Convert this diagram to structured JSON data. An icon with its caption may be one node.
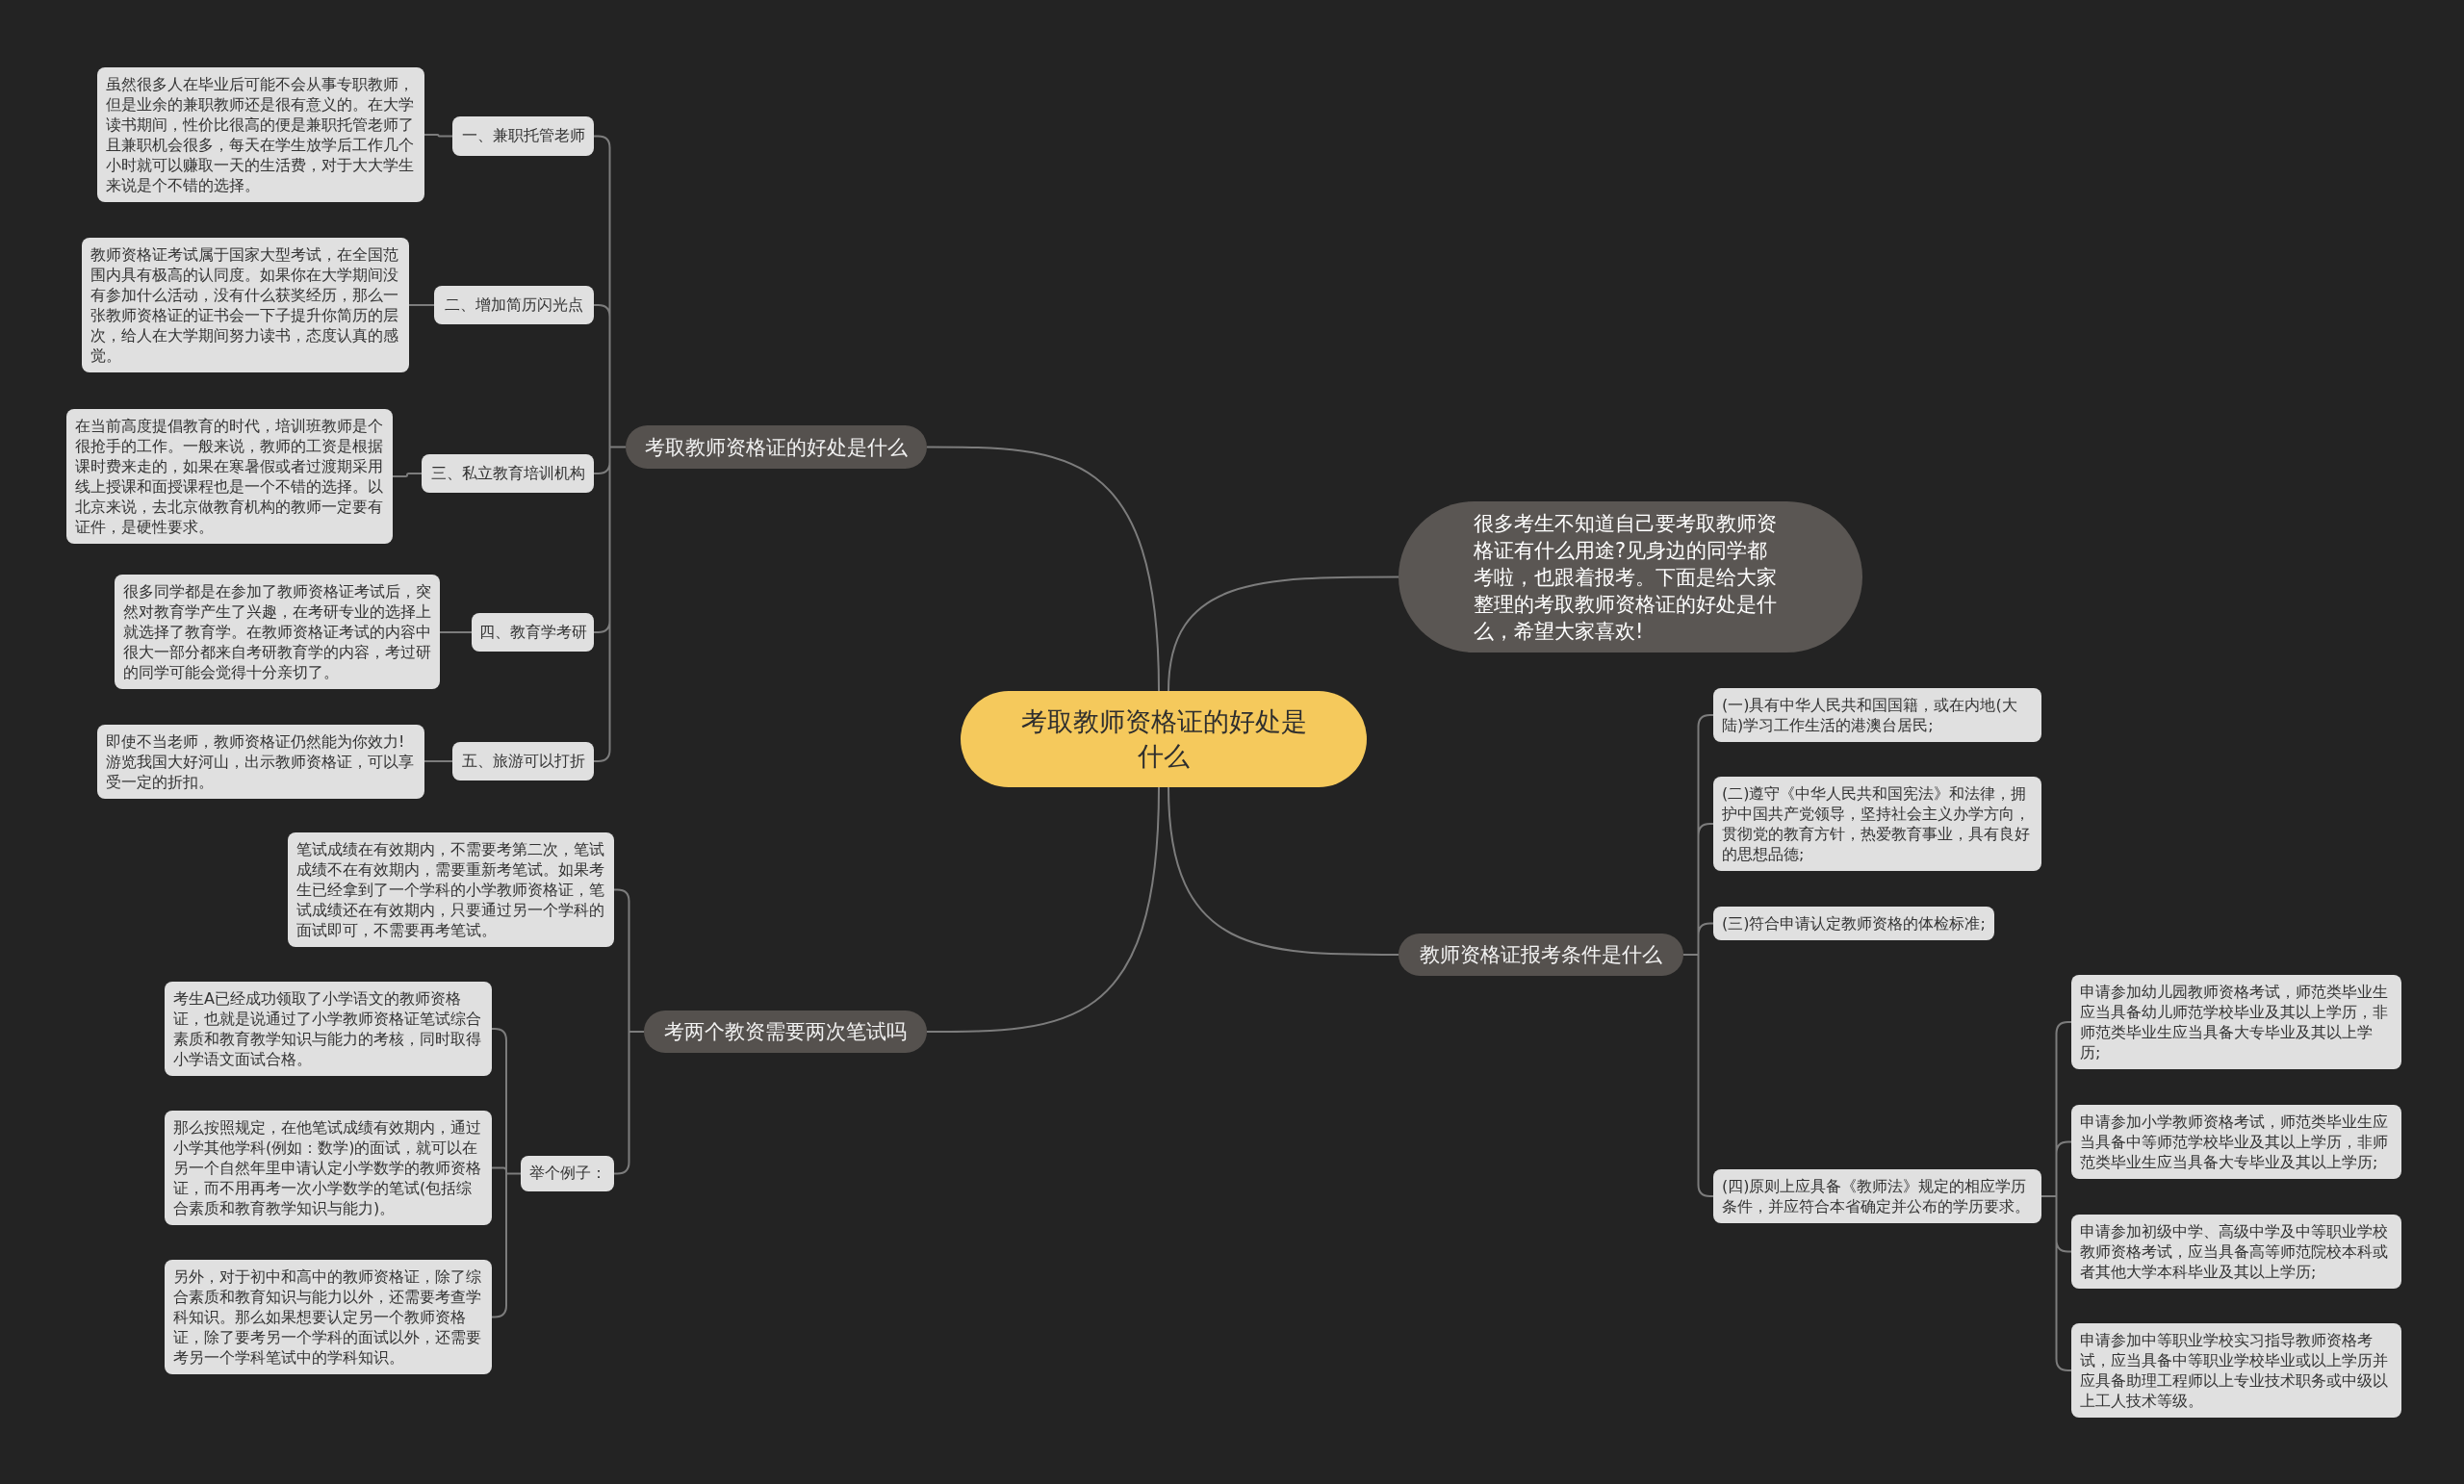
{
  "diagram": {
    "nodes": [
      {
        "text": [
          "考取教师资格证的好处是什么"
        ]
      },
      {
        "text": [
          "考取教师资格证的好处是什么"
        ]
      },
      {
        "text": [
          "一、兼职托管老师"
        ]
      },
      {
        "text": [
          "虽然很多人在毕业后可能不会从事专职教师，但是业余的兼职教师还是很有意义的。在大学读书期间，性价比很高的便是兼职托管老师了且兼职机会很多，每天在学生放学后工作几个小时就可以赚取一天的生活费，对于大大学生来说是个不错的选择。"
        ]
      },
      {
        "text": [
          "二、增加简历闪光点"
        ]
      },
      {
        "text": [
          "教师资格证考试属于国家大型考试，在全国范围内具有极高的认同度。如果你在大学期间没有参加什么活动，没有什么获奖经历，那么一张教师资格证的证书会一下子提升你简历的层次，给人在大学期间努力读书，态度认真的感觉。"
        ]
      },
      {
        "text": [
          "三、私立教育培训机构"
        ]
      },
      {
        "text": [
          "在当前高度提倡教育的时代，培训班教师是个很抢手的工作。一般来说，教师的工资是根据课时费来走的，如果在寒暑假或者过渡期采用线上授课和面授课程也是一个不错的选择。以北京来说，去北京做教育机构的教师一定要有证件，是硬性要求。"
        ]
      },
      {
        "text": [
          "四、教育学考研"
        ]
      },
      {
        "text": [
          "很多同学都是在参加了教师资格证考试后，突然对教育学产生了兴趣，在考研专业的选择上就选择了教育学。在教师资格证考试的内容中很大一部分都来自考研教育学的内容，考过研的同学可能会觉得十分亲切了。"
        ]
      },
      {
        "text": [
          "五、旅游可以打折"
        ]
      },
      {
        "text": [
          "即使不当老师，教师资格证仍然能为你效力!游览我国大好河山，出示教师资格证，可以享受一定的折扣。"
        ]
      },
      {
        "text": [
          "很多考生不知道自己要考取教师资格证有什么用途?见身边的同学都考啦，也跟着报考。下面是给大家整理的考取教师资格证的好处是什么，希望大家喜欢!"
        ]
      },
      {
        "text": [
          "教师资格证报考条件是什么"
        ]
      },
      {
        "text": [
          "(一)具有中华人民共和国国籍，或在内地(大陆)学习工作生活的港澳台居民;"
        ]
      },
      {
        "text": [
          "(二)遵守《中华人民共和国宪法》和法律，拥护中国共产党领导，坚持社会主义办学方向，贯彻党的教育方针，热爱教育事业，具有良好的思想品德;"
        ]
      },
      {
        "text": [
          "(三)符合申请认定教师资格的体检标准;"
        ]
      },
      {
        "text": [
          "(四)原则上应具备《教师法》规定的相应学历条件，并应符合本省确定并公布的学历要求。"
        ]
      },
      {
        "text": [
          "申请参加幼儿园教师资格考试，师范类毕业生应当具备幼儿师范学校毕业及其以上学历，非师范类毕业生应当具备大专毕业及其以上学历;"
        ]
      },
      {
        "text": [
          "申请参加小学教师资格考试，师范类毕业生应当具备中等师范学校毕业及其以上学历，非师范类毕业生应当具备大专毕业及其以上学历;"
        ]
      },
      {
        "text": [
          "申请参加初级中学、高级中学及中等职业学校教师资格考试，应当具备高等师范院校本科或者其他大学本科毕业及其以上学历;"
        ]
      },
      {
        "text": [
          "申请参加中等职业学校实习指导教师资格考试，应当具备中等职业学校毕业或以上学历并应具备助理工程师以上专业技术职务或中级以上工人技术等级。"
        ]
      },
      {
        "text": [
          "考两个教资需要两次笔试吗"
        ]
      },
      {
        "text": [
          "笔试成绩在有效期内，不需要考第二次，笔试成绩不在有效期内，需要重新考笔试。如果考生已经拿到了一个学科的小学教师资格证，笔试成绩还在有效期内，只要通过另一个学科的面试即可，不需要再考笔试。"
        ]
      },
      {
        "text": [
          "举个例子："
        ]
      },
      {
        "text": [
          "考生A已经成功领取了小学语文的教师资格证，也就是说通过了小学教师资格证笔试综合素质和教育教学知识与能力的考核，同时取得小学语文面试合格。"
        ]
      },
      {
        "text": [
          "那么按照规定，在他笔试成绩有效期内，通过小学其他学科(例如：数学)的面试，就可以在另一个自然年里申请认定小学数学的教师资格证，而不用再考一次小学数学的笔试(包括综合素质和教育教学知识与能力)。"
        ]
      },
      {
        "text": [
          "另外，对于初中和高中的教师资格证，除了综合素质和教育知识与能力以外，还需要考查学科知识。那么如果想要认定另一个教师资格证，除了要考另一个学科的面试以外，还需要考另一个学科笔试中的学科知识。"
        ]
      }
    ],
    "edges": [
      {
        "from": 0,
        "to": 1,
        "arrow": "none"
      },
      {
        "from": 1,
        "to": 2,
        "arrow": "none"
      },
      {
        "from": 2,
        "to": 3,
        "arrow": "none"
      },
      {
        "from": 1,
        "to": 4,
        "arrow": "none"
      },
      {
        "from": 4,
        "to": 5,
        "arrow": "none"
      },
      {
        "from": 1,
        "to": 6,
        "arrow": "none"
      },
      {
        "from": 6,
        "to": 7,
        "arrow": "none"
      },
      {
        "from": 1,
        "to": 8,
        "arrow": "none"
      },
      {
        "from": 8,
        "to": 9,
        "arrow": "none"
      },
      {
        "from": 1,
        "to": 10,
        "arrow": "none"
      },
      {
        "from": 10,
        "to": 11,
        "arrow": "none"
      },
      {
        "from": 0,
        "to": 12,
        "arrow": "none"
      },
      {
        "from": 0,
        "to": 13,
        "arrow": "none"
      },
      {
        "from": 13,
        "to": 14,
        "arrow": "none"
      },
      {
        "from": 13,
        "to": 15,
        "arrow": "none"
      },
      {
        "from": 13,
        "to": 16,
        "arrow": "none"
      },
      {
        "from": 13,
        "to": 17,
        "arrow": "none"
      },
      {
        "from": 17,
        "to": 18,
        "arrow": "none"
      },
      {
        "from": 17,
        "to": 19,
        "arrow": "none"
      },
      {
        "from": 17,
        "to": 20,
        "arrow": "none"
      },
      {
        "from": 17,
        "to": 21,
        "arrow": "none"
      },
      {
        "from": 0,
        "to": 22,
        "arrow": "none"
      },
      {
        "from": 22,
        "to": 23,
        "arrow": "none"
      },
      {
        "from": 22,
        "to": 24,
        "arrow": "none"
      },
      {
        "from": 24,
        "to": 25,
        "arrow": "none"
      },
      {
        "from": 24,
        "to": 26,
        "arrow": "none"
      },
      {
        "from": 24,
        "to": 27,
        "arrow": "none"
      }
    ]
  }
}
